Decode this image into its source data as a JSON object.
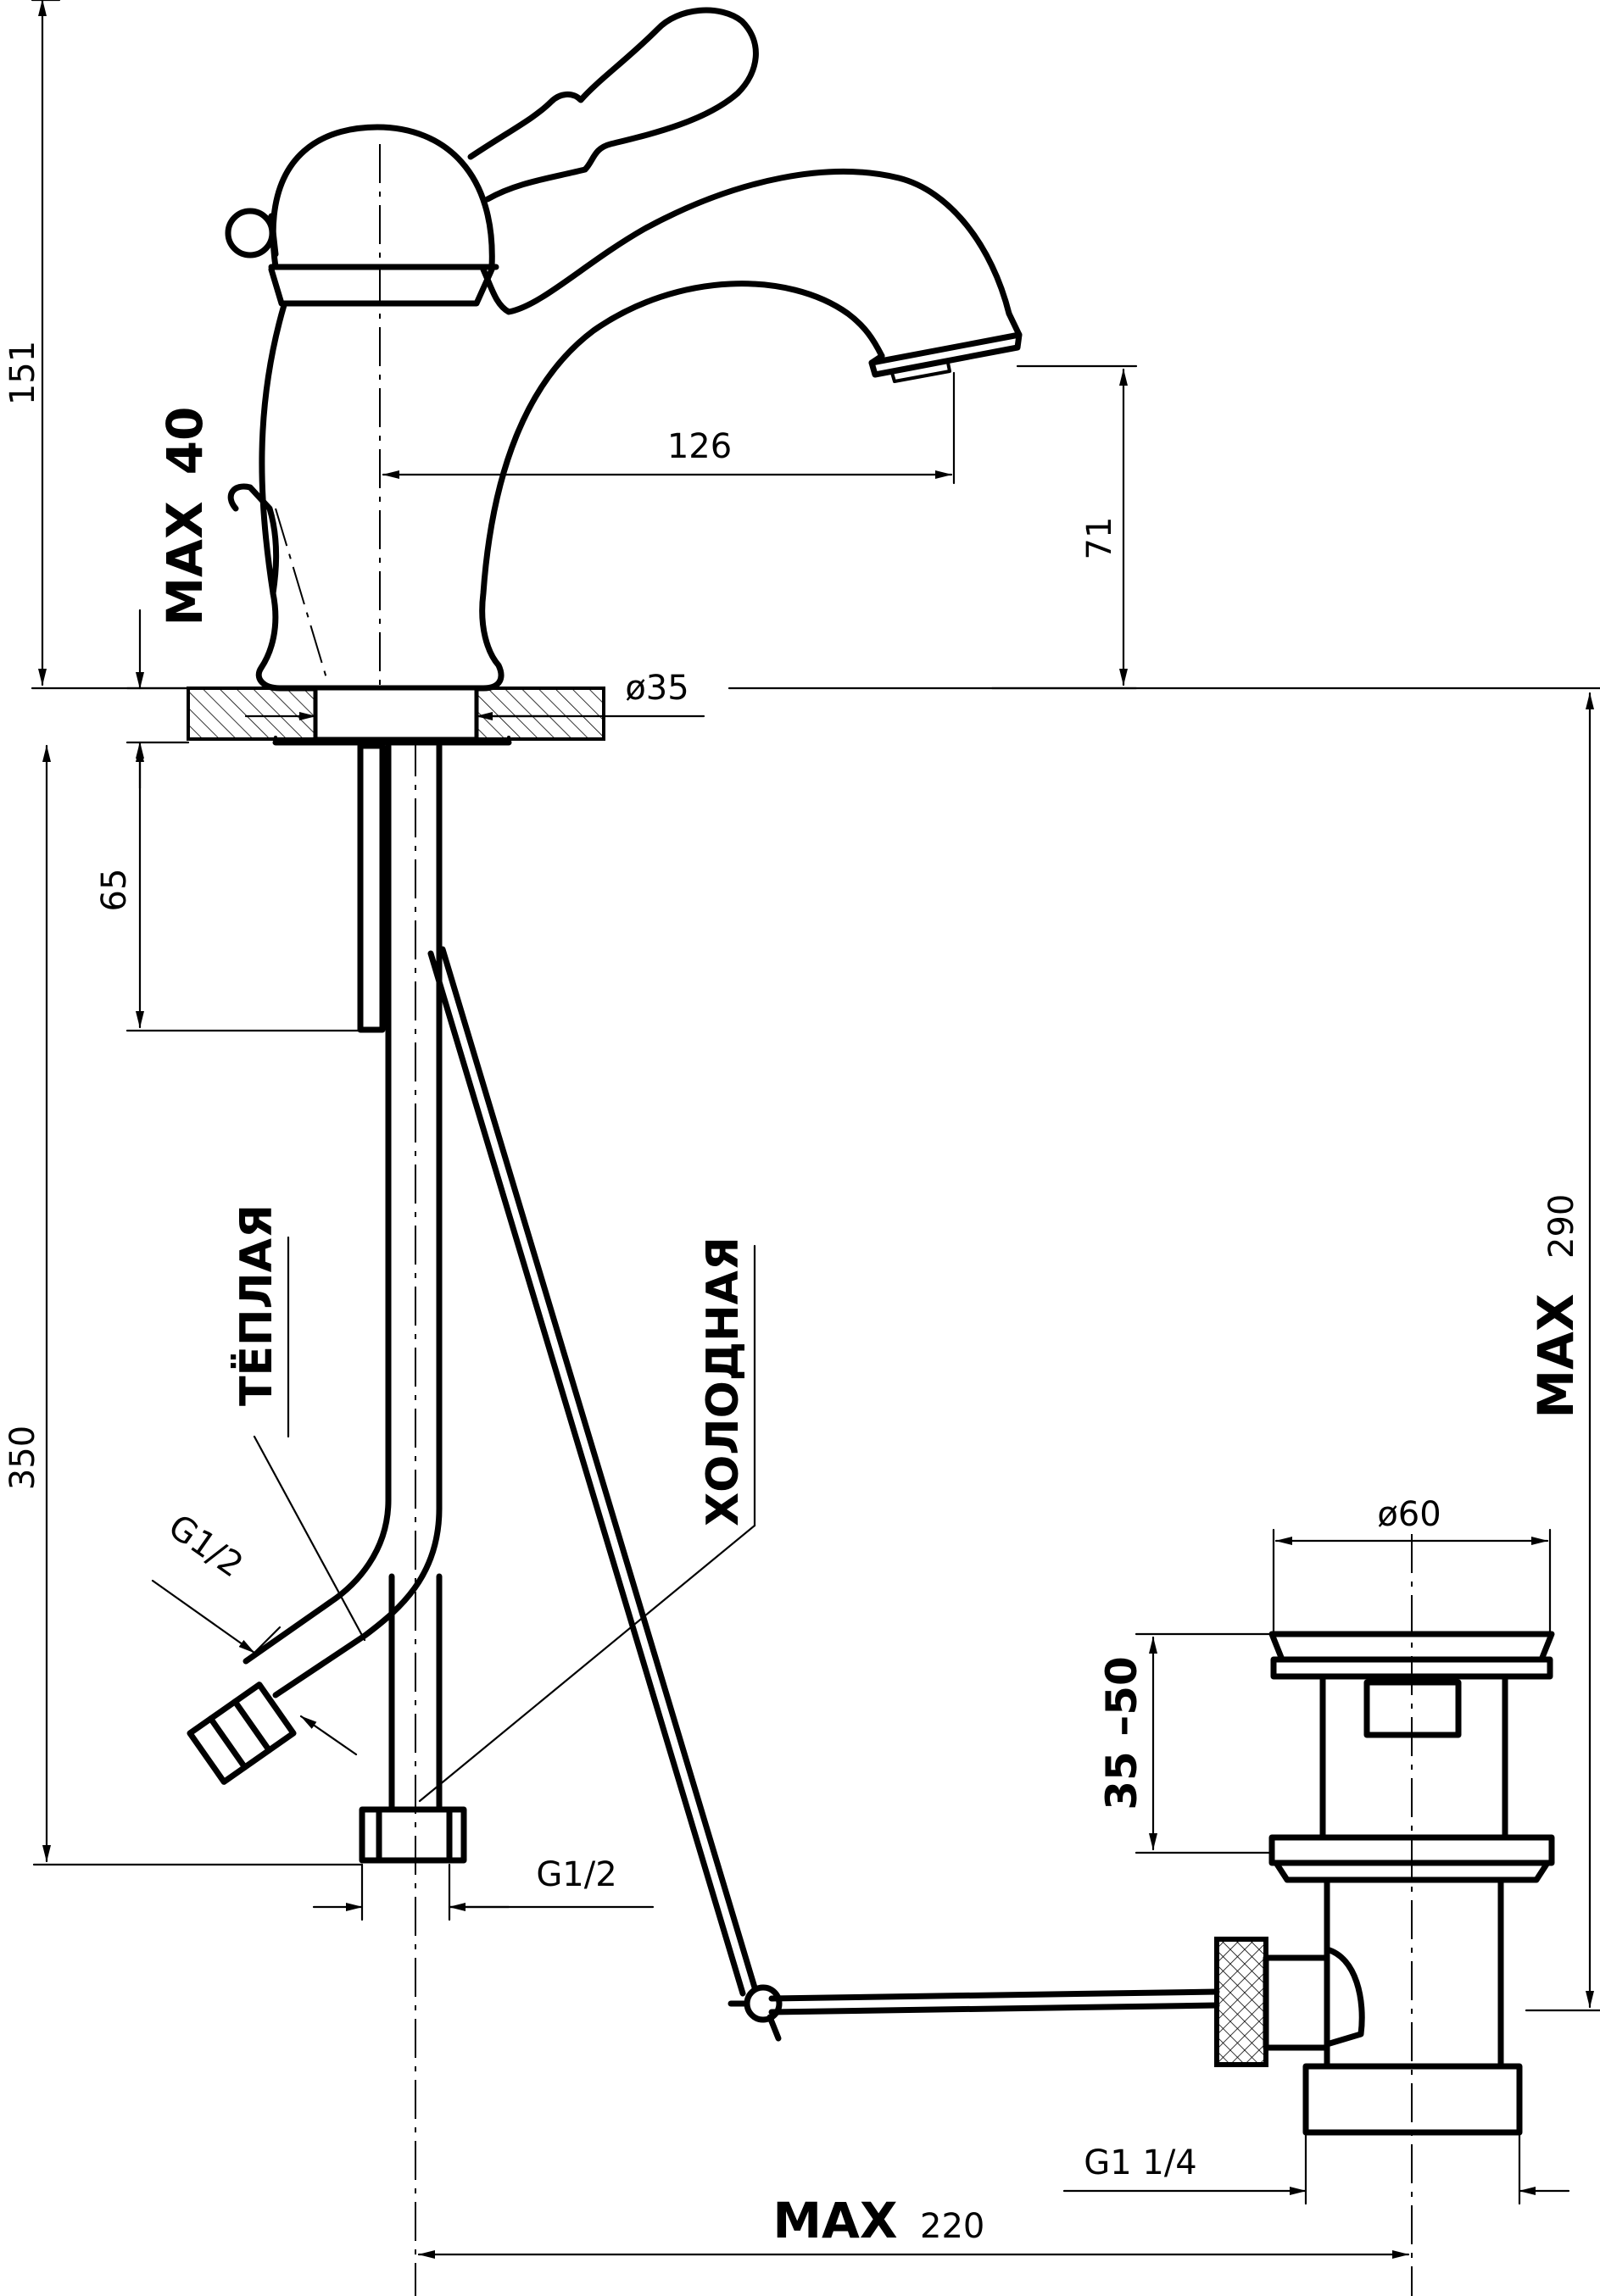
{
  "dimensions": {
    "overall_height": "151",
    "spout_reach": "126",
    "spout_height": "71",
    "hole_diameter": "ø35",
    "max_thickness_label": "MAX",
    "max_thickness_value": "40",
    "shank_length": "65",
    "hose_length": "350",
    "hose_thread_left": "G1/2",
    "hose_thread_bottom": "G1/2",
    "drain_max_label": "MAX",
    "drain_max_value": "290",
    "plug_diameter": "ø60",
    "plug_range": "35 –50",
    "drain_thread": "G1 1/4",
    "rod_max_label": "MAX",
    "rod_max_value": "220"
  },
  "labels": {
    "warm": "ТЁПЛАЯ",
    "cold": "ХОЛОДНАЯ"
  }
}
